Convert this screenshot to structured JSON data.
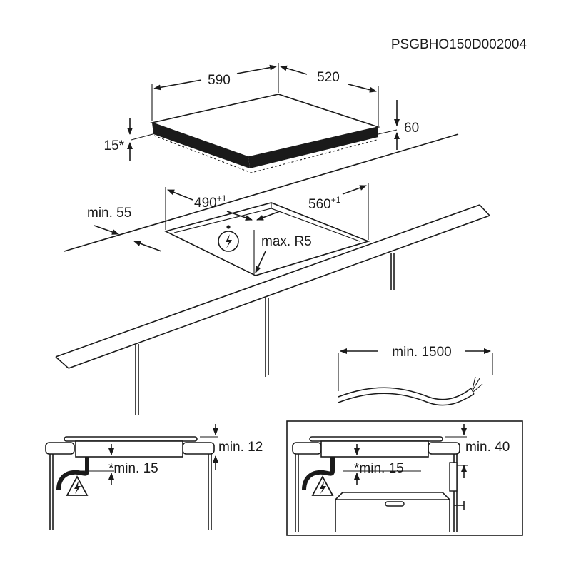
{
  "document_code": "PSGBHO150D002004",
  "hob": {
    "width_label": "590",
    "depth_label": "520",
    "height_label": "60",
    "frame_label": "15*"
  },
  "cutout": {
    "width_label": "490",
    "width_tol": "+1",
    "depth_label": "560",
    "depth_tol": "+1",
    "edge_label": "min. 55",
    "radius_label": "max. R5"
  },
  "cable": {
    "length_label": "min. 1500"
  },
  "section_left": {
    "top_label": "min. 12",
    "under_label": "*min. 15"
  },
  "section_right": {
    "top_label": "min. 40",
    "under_label": "*min. 15"
  }
}
